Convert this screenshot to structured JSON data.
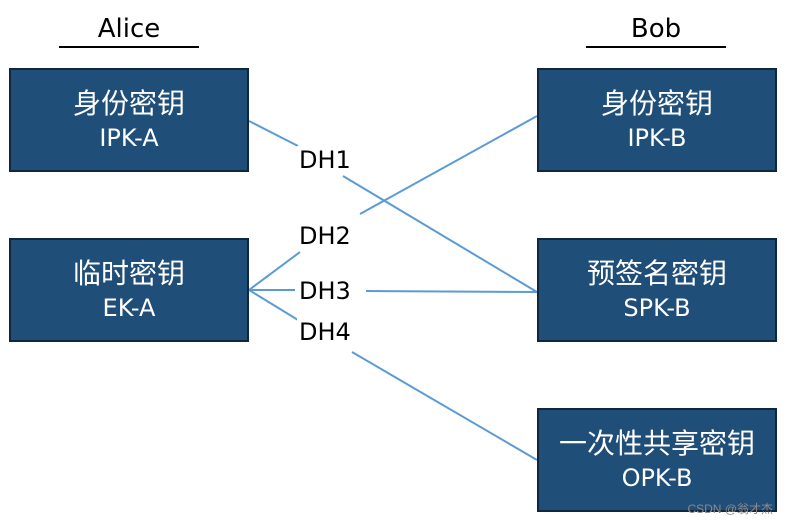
{
  "parties": {
    "alice": "Alice",
    "bob": "Bob"
  },
  "keys": {
    "ipk_a": {
      "name": "身份密钥",
      "code": "IPK-A"
    },
    "ek_a": {
      "name": "临时密钥",
      "code": "EK-A"
    },
    "ipk_b": {
      "name": "身份密钥",
      "code": "IPK-B"
    },
    "spk_b": {
      "name": "预签名密钥",
      "code": "SPK-B"
    },
    "opk_b": {
      "name": "一次性共享密钥",
      "code": "OPK-B"
    }
  },
  "dh": {
    "dh1": "DH1",
    "dh2": "DH2",
    "dh3": "DH3",
    "dh4": "DH4"
  },
  "colors": {
    "box_fill": "#1f4e79",
    "line": "#5b9bd5"
  },
  "watermark": "CSDN @翁才杰"
}
